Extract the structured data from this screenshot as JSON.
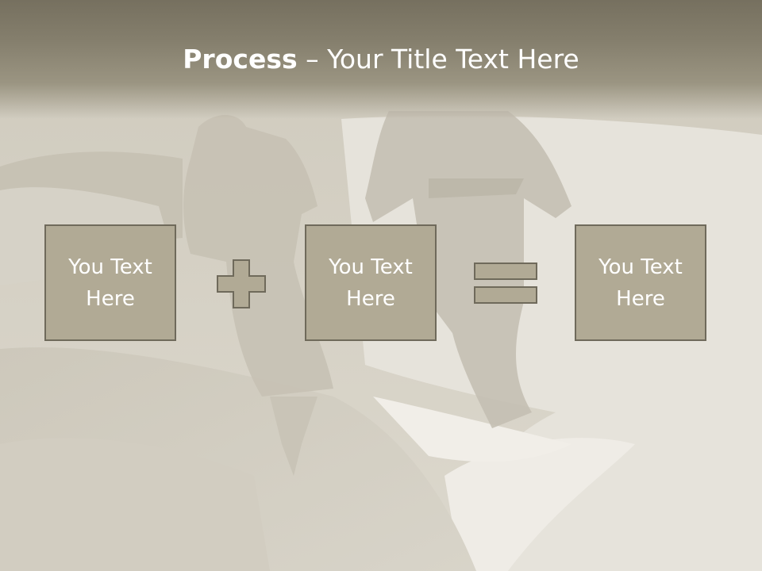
{
  "slide": {
    "title_bold": "Process",
    "title_rest": " – Your Title Text Here",
    "boxes": [
      {
        "label": "You Text Here"
      },
      {
        "label": "You Text Here"
      },
      {
        "label": "You Text Here"
      }
    ],
    "operators": [
      "plus-icon",
      "equals-icon"
    ]
  },
  "colors": {
    "header": "#857f6d",
    "box_fill": "#b1aa95",
    "box_border": "#6f6a5b",
    "text": "#ffffff"
  }
}
